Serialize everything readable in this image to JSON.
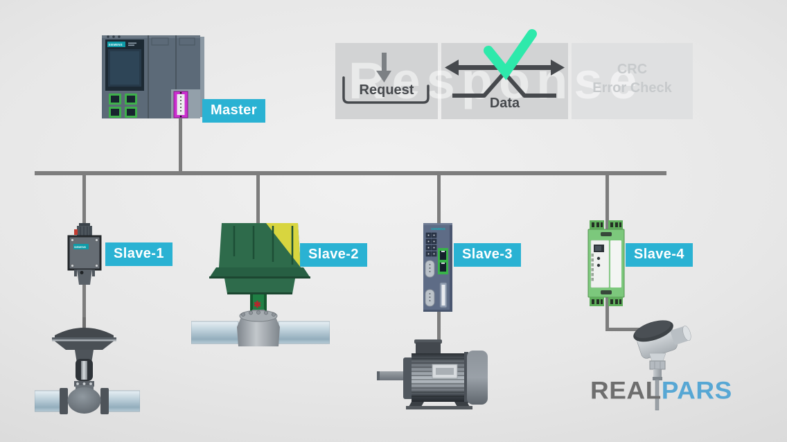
{
  "network": {
    "master": {
      "label": "Master",
      "device": "siemens-plc",
      "brand": "SIEMENS"
    },
    "slaves": [
      {
        "label": "Slave-1",
        "device": "valve-positioner-with-control-valve",
        "brand": "SIEMENS"
      },
      {
        "label": "Slave-2",
        "device": "motorized-valve-actuator-with-valve"
      },
      {
        "label": "Slave-3",
        "device": "siemens-comm-module-with-motor",
        "brand": "SIEMENS"
      },
      {
        "label": "Slave-4",
        "device": "din-rail-transmitter-with-temperature-sensor"
      }
    ]
  },
  "message_frame": {
    "watermark": "Response",
    "steps": [
      {
        "label": "Request",
        "icon": "download-arrow-bracket-icon",
        "state": "highlighted"
      },
      {
        "label": "Data",
        "icon": "bidirectional-data-arrows-icon",
        "check_icon": "checkmark-icon",
        "state": "highlighted"
      },
      {
        "label_line1": "CRC",
        "label_line2": "Error Check",
        "state": "dimmed"
      }
    ]
  },
  "logo": {
    "part1": "REAL",
    "part2": "PARS"
  },
  "colors": {
    "label_cyan": "#2ab2d3",
    "checkmark_green": "#2ee9ab",
    "siemens_teal": "#0f9ba8",
    "bus_gray": "#7d7d7d",
    "slave2_housing_green": "#2e6b4b",
    "slave2_corner_yellow": "#d8d53f",
    "slave4_module_green": "#7cc87c",
    "plc_connector_magenta": "#cb2ecf",
    "logo_gray": "#6e6e6e",
    "logo_blue": "#57a7d4"
  }
}
